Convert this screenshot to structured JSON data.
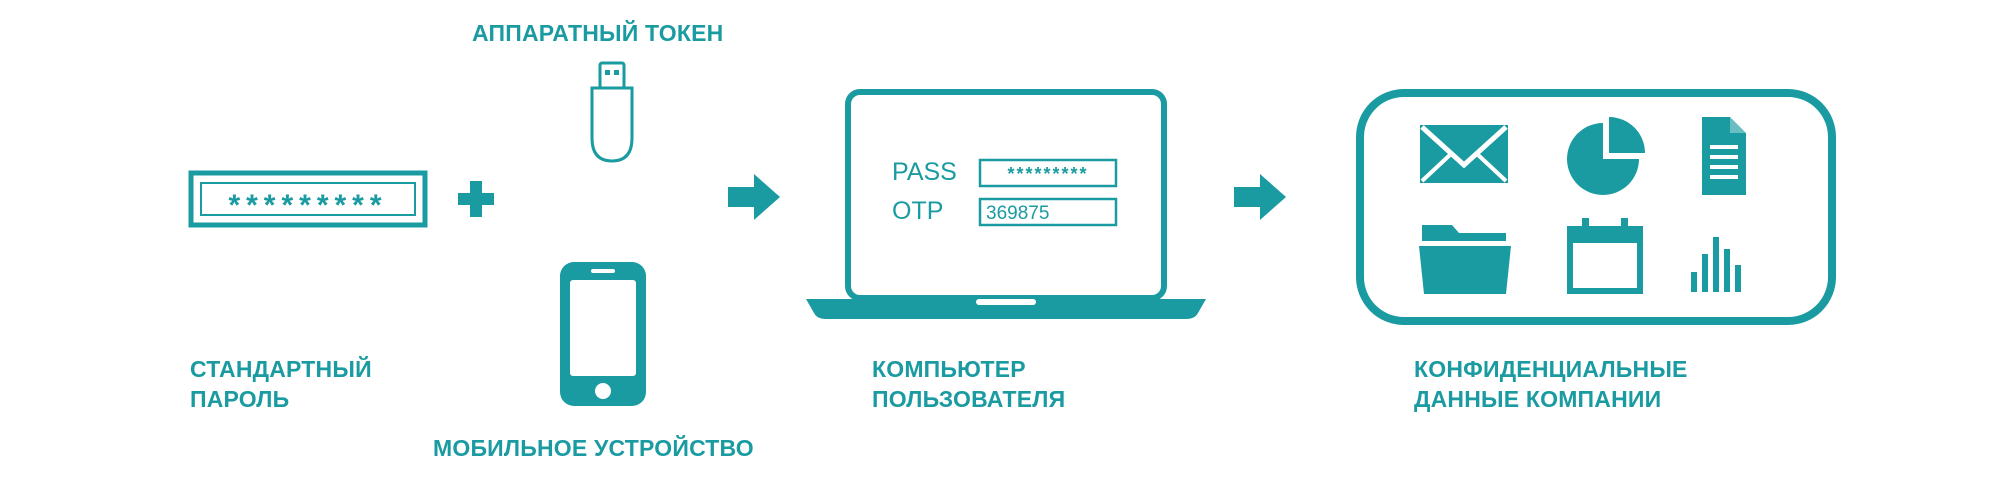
{
  "colors": {
    "accent": "#1a9ba1"
  },
  "labels": {
    "hardware_token": "АППАРАТНЫЙ ТОКЕН",
    "standard_password_line1": "СТАНДАРТНЫЙ",
    "standard_password_line2": "ПАРОЛЬ",
    "mobile_device": "МОБИЛЬНОЕ УСТРОЙСТВО",
    "user_computer_line1": "КОМПЬЮТЕР",
    "user_computer_line2": "ПОЛЬЗОВАТЕЛЯ",
    "confidential_data_line1": "КОНФИДЕНЦИАЛЬНЫЕ",
    "confidential_data_line2": "ДАННЫЕ КОМПАНИИ"
  },
  "password_field": {
    "masked_value": "*********"
  },
  "laptop_screen": {
    "pass_label": "PASS",
    "pass_value": "*********",
    "otp_label": "OTP",
    "otp_value": "369875"
  },
  "icons": [
    "usb-token-icon",
    "smartphone-icon",
    "plus-icon",
    "arrow-right-icon",
    "laptop-icon",
    "envelope-icon",
    "pie-chart-icon",
    "document-icon",
    "folder-icon",
    "calendar-icon",
    "bar-chart-icon"
  ]
}
